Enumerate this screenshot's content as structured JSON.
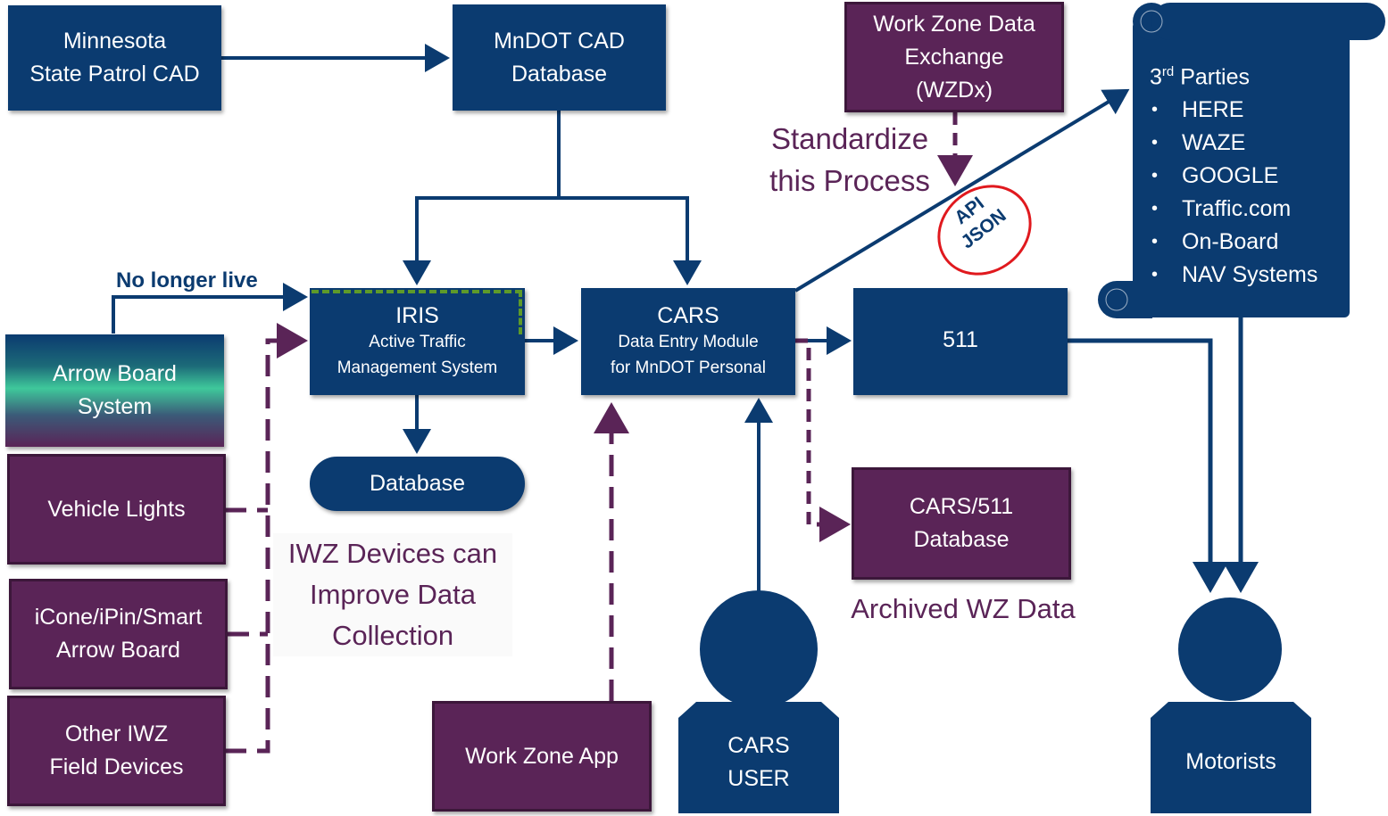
{
  "nodes": {
    "msp_cad": {
      "lines": [
        "Minnesota",
        "State Patrol CAD"
      ]
    },
    "mndot_cad": {
      "lines": [
        "MnDOT CAD",
        "Database"
      ]
    },
    "wzdx": {
      "lines": [
        "Work Zone Data",
        "Exchange",
        "(WZDx)"
      ]
    },
    "iris": {
      "title": "IRIS",
      "subtitle_lines": [
        "Active Traffic",
        "Management System"
      ]
    },
    "cars": {
      "title": "CARS",
      "subtitle_lines": [
        "Data Entry Module",
        "for MnDOT Personal"
      ]
    },
    "five_one_one": {
      "label": "511"
    },
    "database": {
      "label": "Database"
    },
    "cars511_db": {
      "lines": [
        "CARS/511",
        "Database"
      ]
    },
    "arrow_board": {
      "lines": [
        "Arrow Board",
        "System"
      ]
    },
    "vehicle_lights": {
      "label": "Vehicle Lights"
    },
    "icone": {
      "lines": [
        "iCone/iPin/Smart",
        "Arrow Board"
      ]
    },
    "other_iwz": {
      "lines": [
        "Other IWZ",
        "Field Devices"
      ]
    },
    "work_zone_app": {
      "label": "Work Zone App"
    },
    "cars_user": {
      "lines": [
        "CARS",
        "USER"
      ]
    },
    "motorists": {
      "label": "Motorists"
    }
  },
  "third_parties": {
    "heading_prefix": "3",
    "heading_sup": "rd",
    "heading_suffix": " Parties",
    "items": [
      "HERE",
      "WAZE",
      "GOOGLE",
      "Traffic.com",
      "On-Board",
      "NAV Systems"
    ]
  },
  "annotations": {
    "standardize": [
      "Standardize",
      "this Process"
    ],
    "no_longer_live": "No longer live",
    "iwz_devices": [
      "IWZ Devices can",
      "Improve Data",
      "Collection"
    ],
    "archived": "Archived WZ Data",
    "stamp": [
      "API",
      "JSON"
    ]
  },
  "colors": {
    "navy": "#0b3b70",
    "purple": "#5a2457",
    "green_dashed": "#5e9a2a",
    "stamp_red": "#e0191e"
  }
}
